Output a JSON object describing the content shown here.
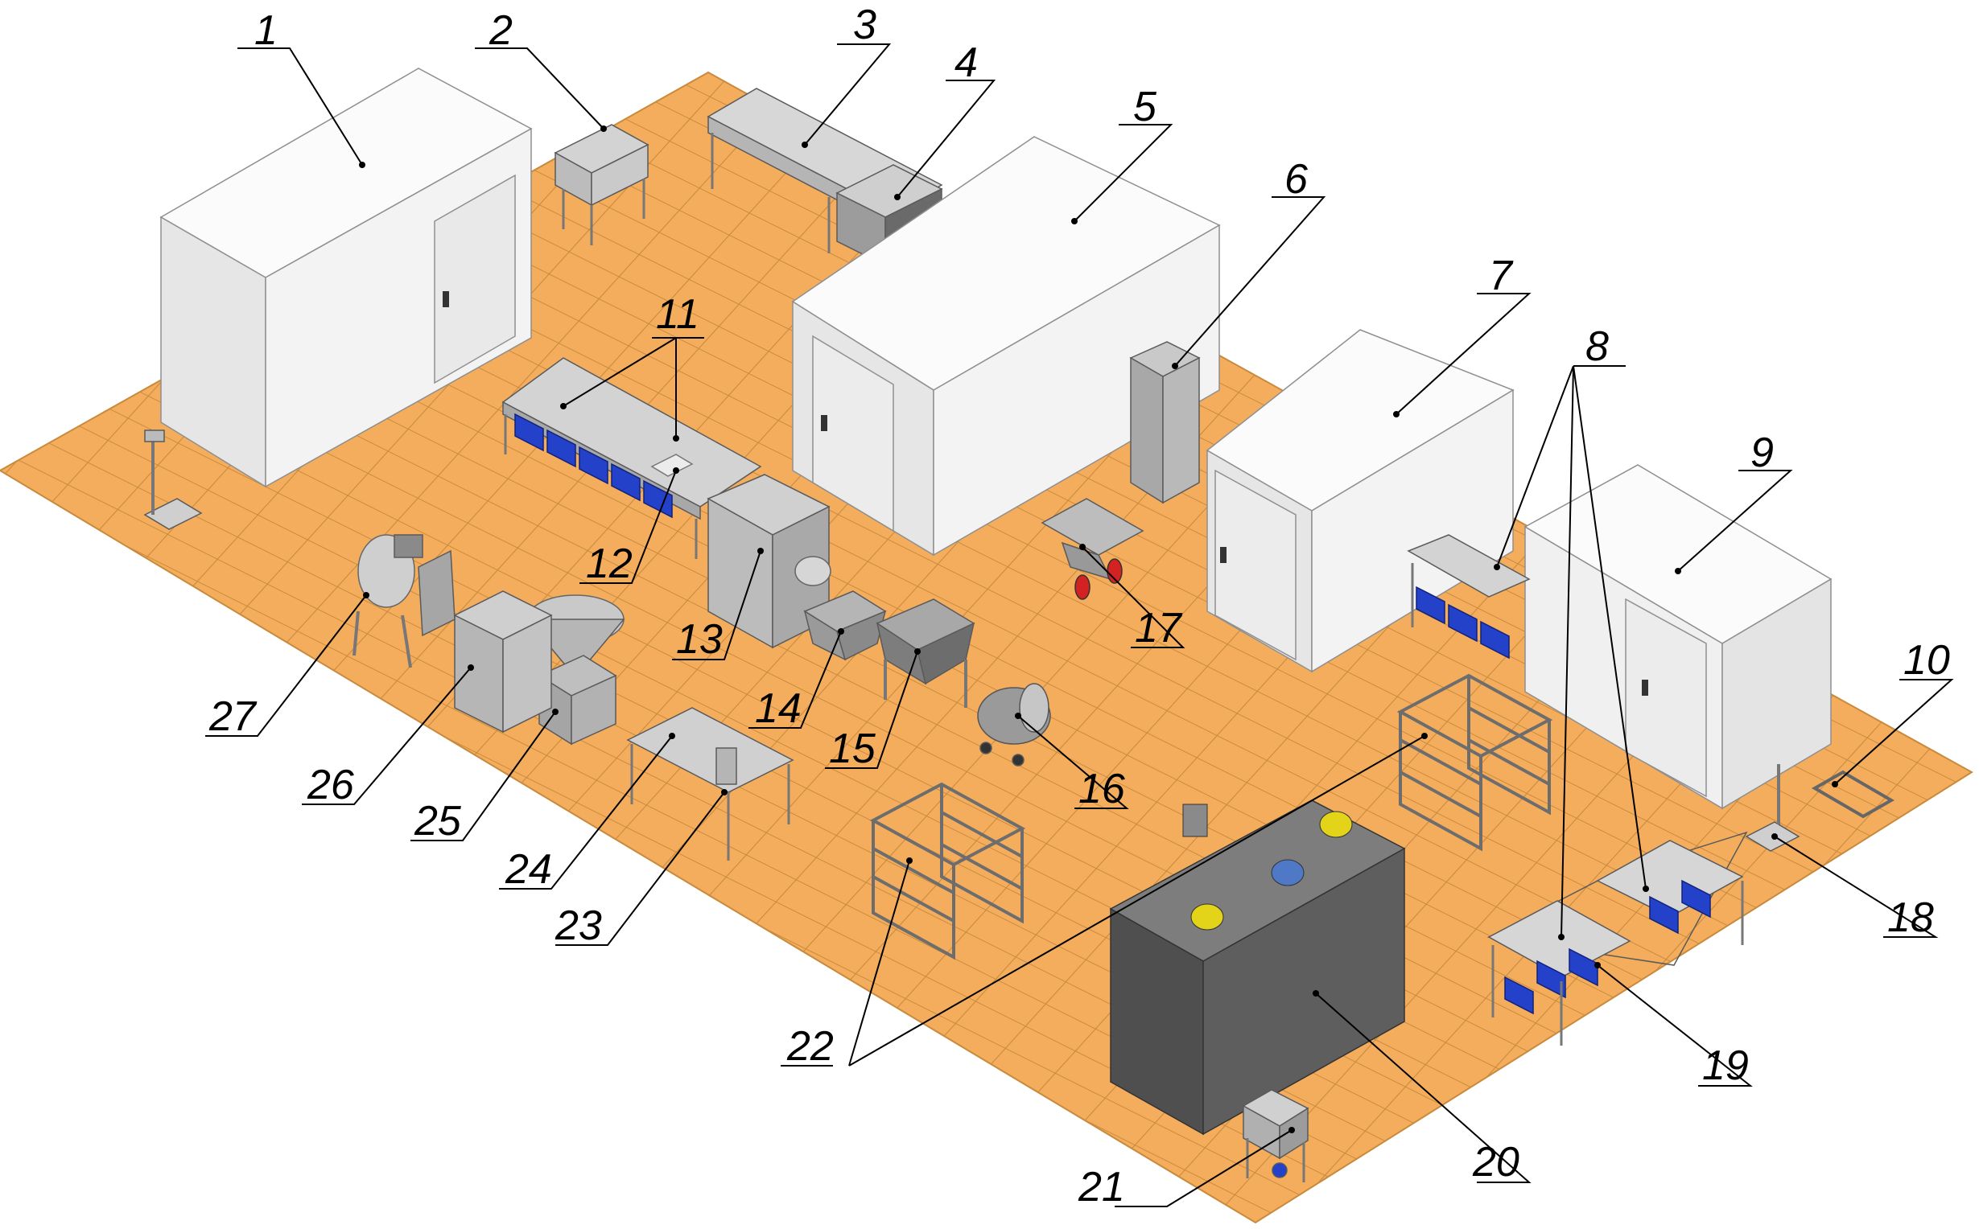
{
  "labels": [
    "1",
    "2",
    "3",
    "4",
    "5",
    "6",
    "7",
    "8",
    "9",
    "10",
    "11",
    "12",
    "13",
    "14",
    "15",
    "16",
    "17",
    "18",
    "19",
    "20",
    "21",
    "22",
    "23",
    "24",
    "25",
    "26",
    "27"
  ],
  "colors": {
    "floor": "#f3ad5d",
    "floor_grid": "#c98a3c",
    "wall_light": "#f5f5f5",
    "wall_side": "#e4e4e4",
    "door": "#e9e9e9",
    "metal": "#bdbdbd",
    "metal_dark": "#6f6f6f",
    "crate_blue": "#2441c9",
    "smokehouse": "#555555"
  }
}
